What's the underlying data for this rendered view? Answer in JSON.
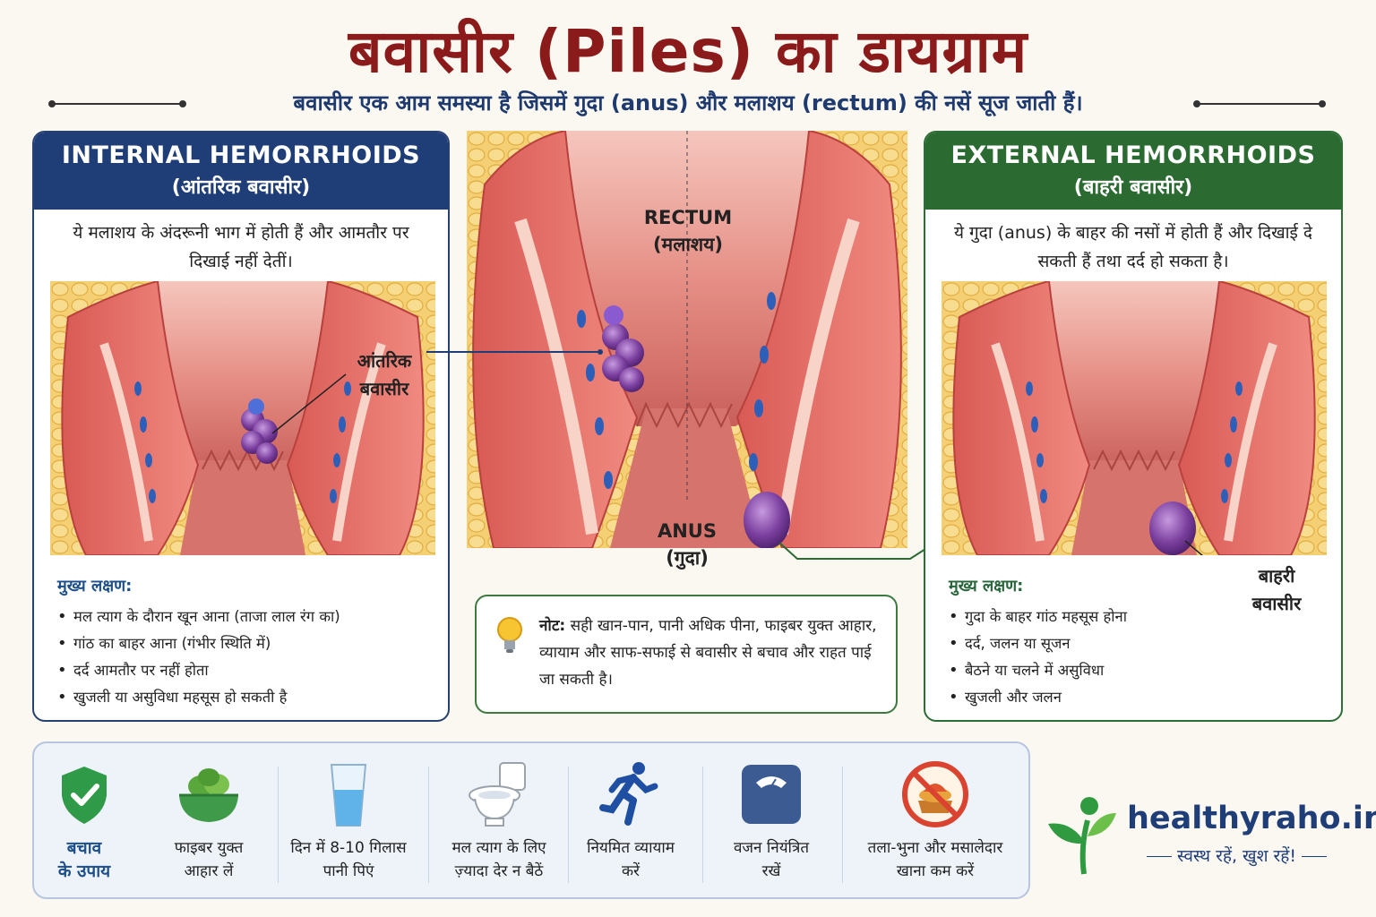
{
  "title": "बवासीर (Piles) का डायग्राम",
  "subtitle": "बवासीर एक आम समस्या है जिसमें गुदा (anus) और मलाशय (rectum) की नसें सूज जाती हैं।",
  "internal": {
    "title": "INTERNAL HEMORRHOIDS",
    "subtitle": "(आंतरिक बवासीर)",
    "description": "ये मलाशय के अंदरूनी भाग में होती हैं और आमतौर पर दिखाई नहीं देतीं।",
    "callout_line1": "आंतरिक",
    "callout_line2": "बवासीर",
    "symptoms_heading": "मुख्य लक्षण:",
    "symptoms": [
      "मल त्याग के दौरान खून आना (ताजा लाल रंग का)",
      "गांठ का बाहर आना (गंभीर स्थिति में)",
      "दर्द आमतौर पर नहीं होता",
      "खुजली या असुविधा महसूस हो सकती है"
    ],
    "color": "#1f3e78"
  },
  "external": {
    "title": "EXTERNAL HEMORRHOIDS",
    "subtitle": "(बाहरी बवासीर)",
    "description": "ये गुदा (anus) के बाहर की नसों में होती हैं और दिखाई दे सकती हैं तथा दर्द हो सकता है।",
    "callout_line1": "बाहरी",
    "callout_line2": "बवासीर",
    "symptoms_heading": "मुख्य लक्षण:",
    "symptoms": [
      "गुदा के बाहर गांठ महसूस होना",
      "दर्द, जलन या सूजन",
      "बैठने या चलने में असुविधा",
      "खुजली और जलन"
    ],
    "color": "#2b6b32"
  },
  "center": {
    "rectum_en": "RECTUM",
    "rectum_hi": "(मलाशय)",
    "anus_en": "ANUS",
    "anus_hi": "(गुदा)"
  },
  "note": {
    "label": "नोट:",
    "text": " सही खान-पान, पानी अधिक पीना, फाइबर युक्त आहार, व्यायाम और साफ-सफाई से बवासीर से बचाव और राहत पाई जा सकती है।"
  },
  "prevention": {
    "heading_line1": "बचाव",
    "heading_line2": "के उपाय",
    "tips": [
      {
        "line1": "फाइबर युक्त",
        "line2": "आहार लें",
        "icon": "salad-bowl-icon"
      },
      {
        "line1": "दिन में 8-10 गिलास",
        "line2": "पानी पिएं",
        "icon": "water-glass-icon"
      },
      {
        "line1": "मल त्याग के लिए",
        "line2": "ज़्यादा देर न बैठें",
        "icon": "toilet-icon"
      },
      {
        "line1": "नियमित व्यायाम",
        "line2": "करें",
        "icon": "running-person-icon"
      },
      {
        "line1": "वजन नियंत्रित",
        "line2": "रखें",
        "icon": "weighing-scale-icon"
      },
      {
        "line1": "तला-भुना और मसालेदार",
        "line2": "खाना कम करें",
        "icon": "no-fried-food-icon"
      }
    ]
  },
  "logo": {
    "brand": "healthyraho.in",
    "tagline": "स्वस्थ रहें, खुश रहें!"
  },
  "colors": {
    "title": "#8b1a1a",
    "navy": "#1f3e78",
    "green": "#2b6b32",
    "tissue": "#e46f6a",
    "fat": "#f2c35a",
    "vein": "#2e5fb8",
    "hemorrhoid": "#7b3f9e"
  }
}
